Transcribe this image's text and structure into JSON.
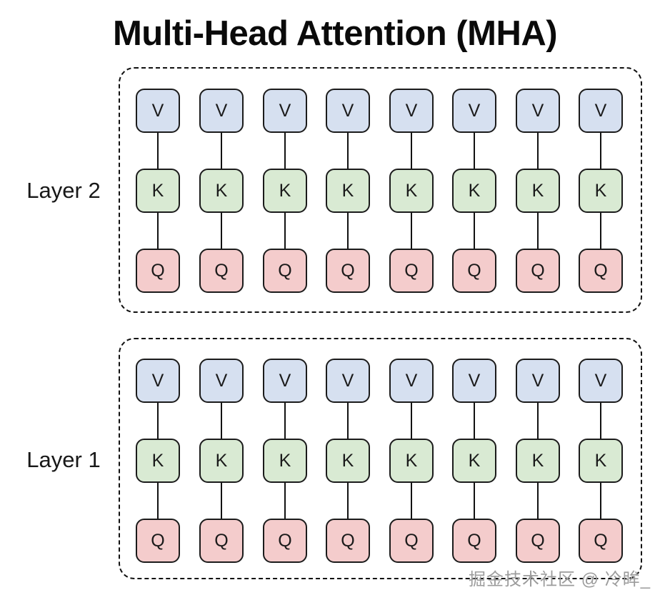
{
  "title": "Multi-Head Attention (MHA)",
  "watermark": "掘金技术社区 @ 冷眸_",
  "colors": {
    "background": "#ffffff",
    "v_fill": "#d6e0f0",
    "k_fill": "#d9ead3",
    "q_fill": "#f4cccc",
    "stroke": "#1b1b1b",
    "group_border": "#111111",
    "title_text": "#0a0a0a",
    "label_text": "#181818",
    "watermark_text": "#9c9c9c"
  },
  "node_types": [
    {
      "key": "v",
      "label": "V",
      "name": "value",
      "fill": "#d6e0f0"
    },
    {
      "key": "k",
      "label": "K",
      "name": "key",
      "fill": "#d9ead3"
    },
    {
      "key": "q",
      "label": "Q",
      "name": "query",
      "fill": "#f4cccc"
    }
  ],
  "layers": [
    {
      "id": "layer-2",
      "label": "Layer 2",
      "heads": 8,
      "rows": [
        {
          "type": "V",
          "labels": [
            "V",
            "V",
            "V",
            "V",
            "V",
            "V",
            "V",
            "V"
          ]
        },
        {
          "type": "K",
          "labels": [
            "K",
            "K",
            "K",
            "K",
            "K",
            "K",
            "K",
            "K"
          ]
        },
        {
          "type": "Q",
          "labels": [
            "Q",
            "Q",
            "Q",
            "Q",
            "Q",
            "Q",
            "Q",
            "Q"
          ]
        }
      ]
    },
    {
      "id": "layer-1",
      "label": "Layer 1",
      "heads": 8,
      "rows": [
        {
          "type": "V",
          "labels": [
            "V",
            "V",
            "V",
            "V",
            "V",
            "V",
            "V",
            "V"
          ]
        },
        {
          "type": "K",
          "labels": [
            "K",
            "K",
            "K",
            "K",
            "K",
            "K",
            "K",
            "K"
          ]
        },
        {
          "type": "Q",
          "labels": [
            "Q",
            "Q",
            "Q",
            "Q",
            "Q",
            "Q",
            "Q",
            "Q"
          ]
        }
      ]
    }
  ],
  "layout": {
    "column_x": [
      190,
      279,
      368,
      456,
      545,
      633,
      722,
      810
    ],
    "v_row_y": [
      124,
      502
    ],
    "k_row_y": [
      236,
      614
    ],
    "q_row_y": [
      348,
      726
    ]
  }
}
